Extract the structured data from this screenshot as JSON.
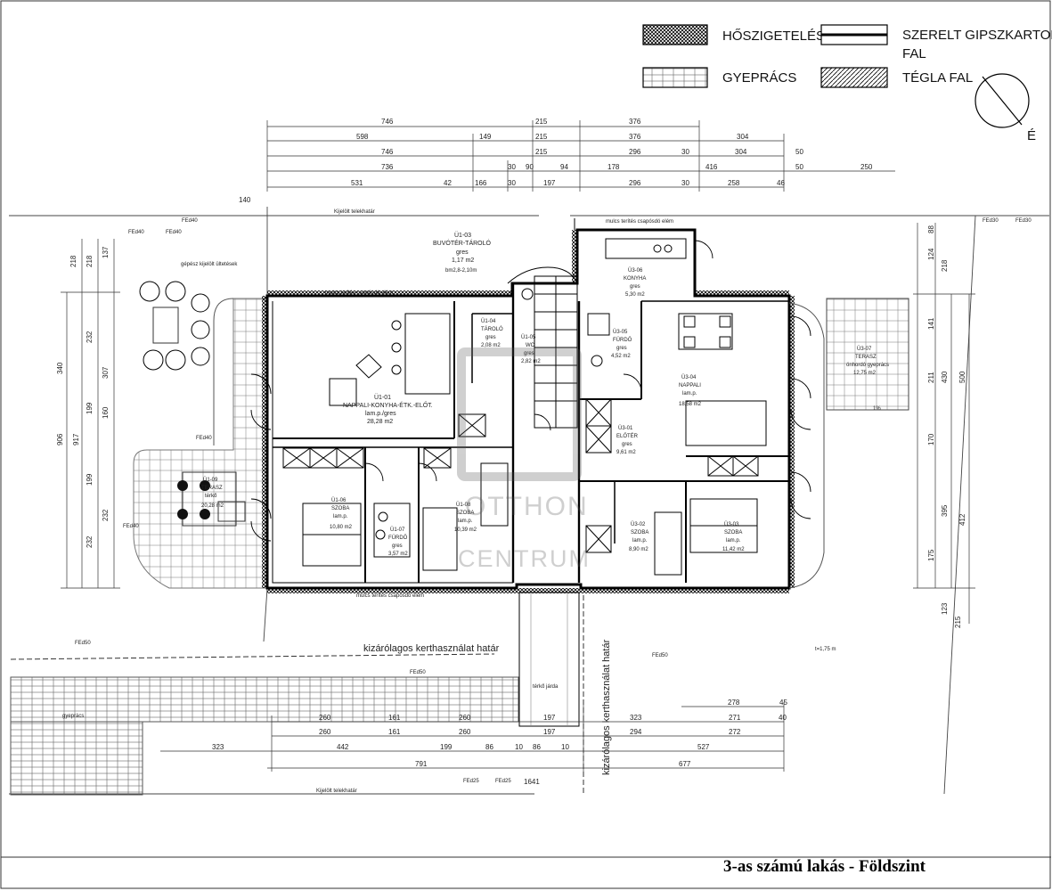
{
  "legend": {
    "insulation": "HŐSZIGETELÉS",
    "drywall_line1": "SZERELT GIPSZKARTON",
    "drywall_line2": "FAL",
    "lawn_grid": "GYEPRÁCS",
    "brick_wall": "TÉGLA FAL"
  },
  "north_label": "É",
  "dimensions": {
    "top_row1": [
      "746",
      "215",
      "376"
    ],
    "top_row2": [
      "598",
      "149",
      "215",
      "376",
      "304"
    ],
    "top_row3": [
      "746",
      "215",
      "296",
      "30",
      "304",
      "50"
    ],
    "top_row4": [
      "736",
      "30",
      "90",
      "94",
      "178",
      "416",
      "50",
      "250"
    ],
    "top_row5": [
      "531",
      "42",
      "166",
      "30",
      "197",
      "296",
      "30",
      "258",
      "46"
    ],
    "left_140": "140",
    "left_col1": [
      "218",
      "340",
      "906",
      "232"
    ],
    "left_col2": [
      "218",
      "917",
      "232"
    ],
    "left_col3": [
      "137",
      "232",
      "199",
      "160",
      "199",
      "307",
      "232"
    ],
    "right_col1": [
      "88",
      "124",
      "218",
      "141",
      "430",
      "211",
      "170",
      "395",
      "175",
      "123"
    ],
    "right_col2": [
      "500",
      "412",
      "215"
    ],
    "bottom_row1": [
      "278",
      "45"
    ],
    "bottom_row2": [
      "260",
      "161",
      "260",
      "197",
      "323",
      "271",
      "40"
    ],
    "bottom_row3": [
      "260",
      "161",
      "260",
      "197",
      "294",
      "272"
    ],
    "bottom_row4": [
      "323",
      "442",
      "199",
      "10",
      "86",
      "10",
      "86",
      "527"
    ],
    "bottom_row5": [
      "791",
      "677"
    ],
    "bottom_total": "1641"
  },
  "rooms": [
    {
      "code": "Ü1-01",
      "name": "NAPPALI-KONYHA-ÉTK.-ELŐT.",
      "floor": "lam.p./gres",
      "area": "28,28 m2"
    },
    {
      "code": "Ü1-03",
      "name": "BUVÓTÉR-TÁROLÓ",
      "floor": "gres",
      "area": "1,17 m2"
    },
    {
      "code": "Ü1-04",
      "name": "TÁROLÓ",
      "floor": "gres",
      "area": "2,08 m2"
    },
    {
      "code": "Ü1-05",
      "name": "WC",
      "floor": "gres",
      "area": "2,82 m2"
    },
    {
      "code": "Ü1-06",
      "name": "SZOBA",
      "floor": "lam.p.",
      "area": "10,80 m2"
    },
    {
      "code": "Ü1-07",
      "name": "FÜRDŐ",
      "floor": "gres",
      "area": "3,57 m2"
    },
    {
      "code": "Ü1-08",
      "name": "SZOBA",
      "floor": "lam.p.",
      "area": "10,39 m2"
    },
    {
      "code": "Ü1-09",
      "name": "TERASZ",
      "floor": "térkő",
      "area": "20,28 m2"
    },
    {
      "code": "Ü3-01",
      "name": "ELŐTÉR",
      "floor": "gres",
      "area": "9,61 m2"
    },
    {
      "code": "Ü3-04",
      "name": "NAPPALI",
      "floor": "lam.p.",
      "area": "18,58 m2"
    },
    {
      "code": "Ü3-05",
      "name": "FÜRDŐ",
      "floor": "gres",
      "area": "4,52 m2"
    },
    {
      "code": "Ü3-06",
      "name": "KONYHA",
      "floor": "gres",
      "area": "5,30 m2"
    },
    {
      "code": "Ü3-07",
      "name": "TERASZ",
      "floor": "önhordó gyeprács",
      "area": "12,75 m2"
    },
    {
      "code": "Ü3-02",
      "name": "SZOBA",
      "floor": "lam.p.",
      "area": "8,90 m2"
    },
    {
      "code": "Ü3-03",
      "name": "SZOBA",
      "floor": "lam.p.",
      "area": "11,42 m2"
    }
  ],
  "annotations": {
    "garden_boundary": "kizárólagos kerthasználat határ",
    "garden_boundary_vertical": "kizárólagos kerthasználat határ",
    "paving_path": "térkő járda",
    "lawn_grid_area": "gyeprács",
    "gutter_top": "mulcs terítés csapósdó elém",
    "gutter_mid": "mulcs terítés csapósdó elém",
    "gutter_bottom": "mulcs terítés csapósdó elém",
    "hedge_note": "gépész kijelölt ültetések",
    "fence_top": "Kijelölt telekhatár",
    "fence_bottom": "Kijelölt telekhatár",
    "height_note": "bm2,8-2,10m",
    "terrace_slope": "1%",
    "fed_tags": [
      "FEd40",
      "FEd40",
      "FEd40",
      "FEd40",
      "FEd40",
      "FEd50",
      "FEd50",
      "FEd25",
      "FEd25",
      "FEd30",
      "FEd30",
      "FEd50"
    ],
    "ridge": "t=1,75 m"
  },
  "watermark": {
    "line1": "OTTHON",
    "line2": "CENTRUM"
  },
  "caption": "3-as számú lakás - Földszint"
}
